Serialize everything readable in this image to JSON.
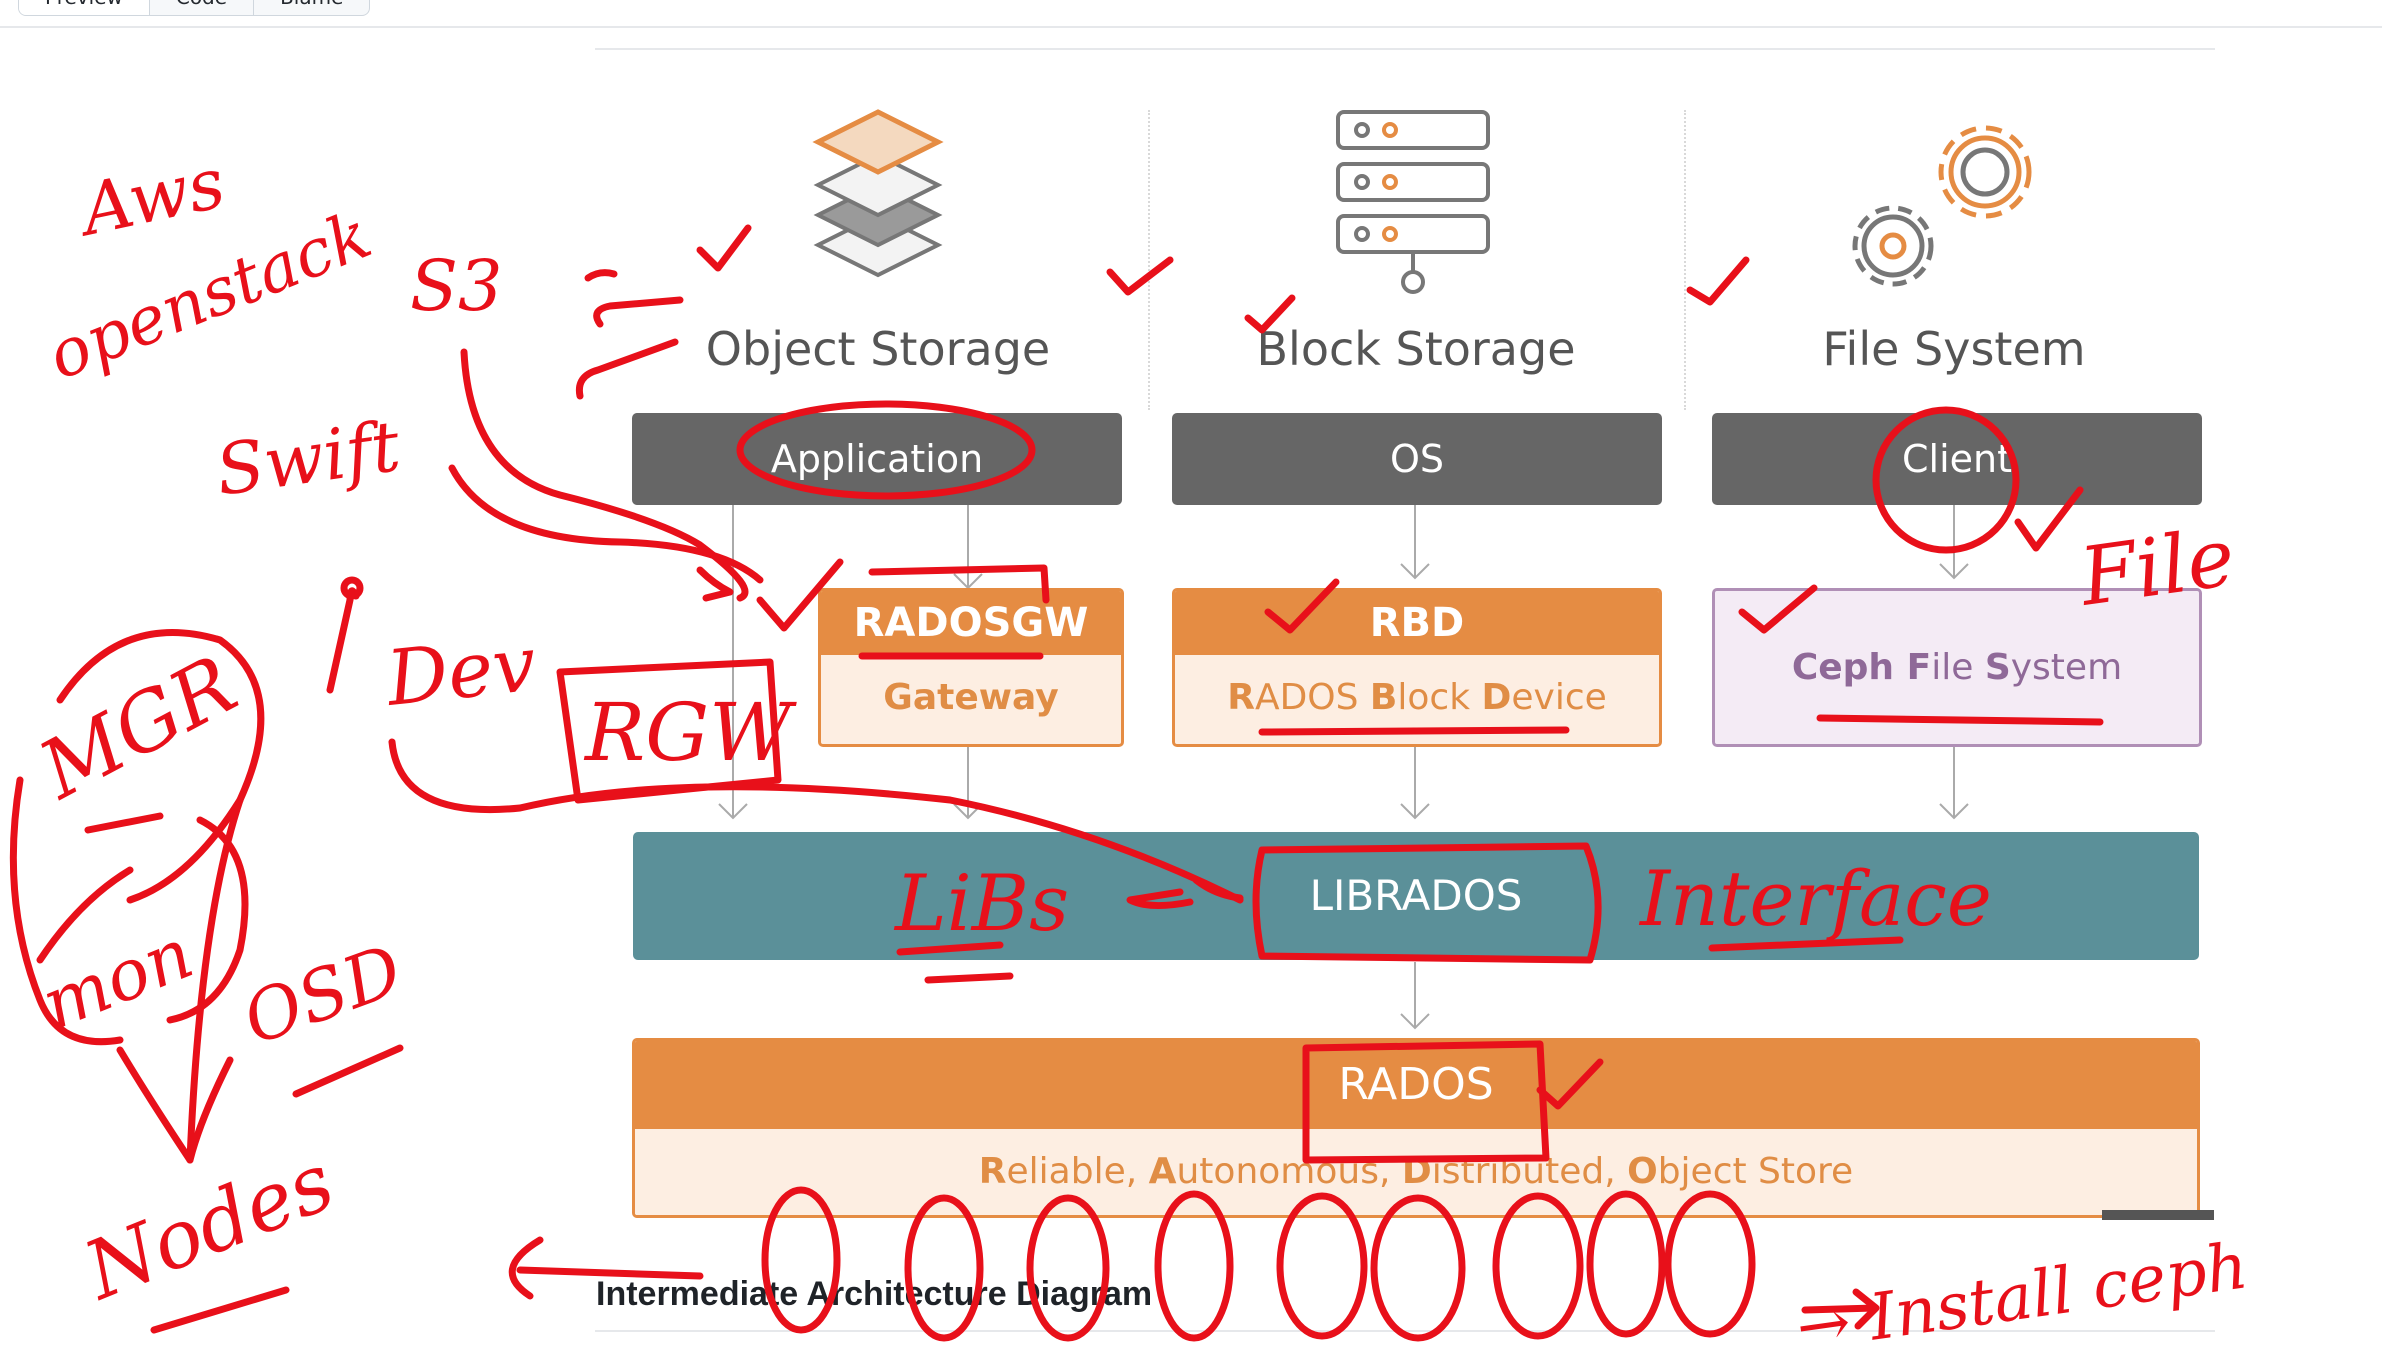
{
  "tabs": [
    "Preview",
    "Code",
    "Blame"
  ],
  "diagram": {
    "columns": [
      {
        "title": "Object Storage",
        "top": "Application"
      },
      {
        "title": "Block Storage",
        "top": "OS"
      },
      {
        "title": "File System",
        "top": "Client"
      }
    ],
    "radosgw": {
      "name": "RADOSGW",
      "sub": "Gateway"
    },
    "rbd": {
      "name": "RBD",
      "sub_parts": [
        "R",
        "ADOS ",
        "B",
        "lock ",
        "D",
        "evice"
      ]
    },
    "cephfs": {
      "parts": [
        "Ceph ",
        "F",
        "ile ",
        "S",
        "ystem"
      ]
    },
    "librados": "LIBRADOS",
    "rados": {
      "name": "RADOS",
      "sub_parts": [
        "R",
        "eliable, ",
        "A",
        "utonomous, ",
        "D",
        "istributed, ",
        "O",
        "bject Store"
      ]
    }
  },
  "caption": "Intermediate Architecture Diagram",
  "annotations": {
    "aws": "Aws",
    "openstack": "openstack",
    "s3": "S3",
    "swift": "Swift",
    "dev": "Dev",
    "rgw": "RGW",
    "mgr": "MGR",
    "mon": "mon",
    "osd": "OSD",
    "nodes": "Nodes",
    "libs": "LiBs",
    "interface": "Interface",
    "file": "File",
    "install": "→ Install ceph"
  },
  "colors": {
    "orange": "#e58c43",
    "grey": "#666666",
    "teal": "#5b9099",
    "purple": "#b08fb6",
    "ink": "#e8101a"
  }
}
